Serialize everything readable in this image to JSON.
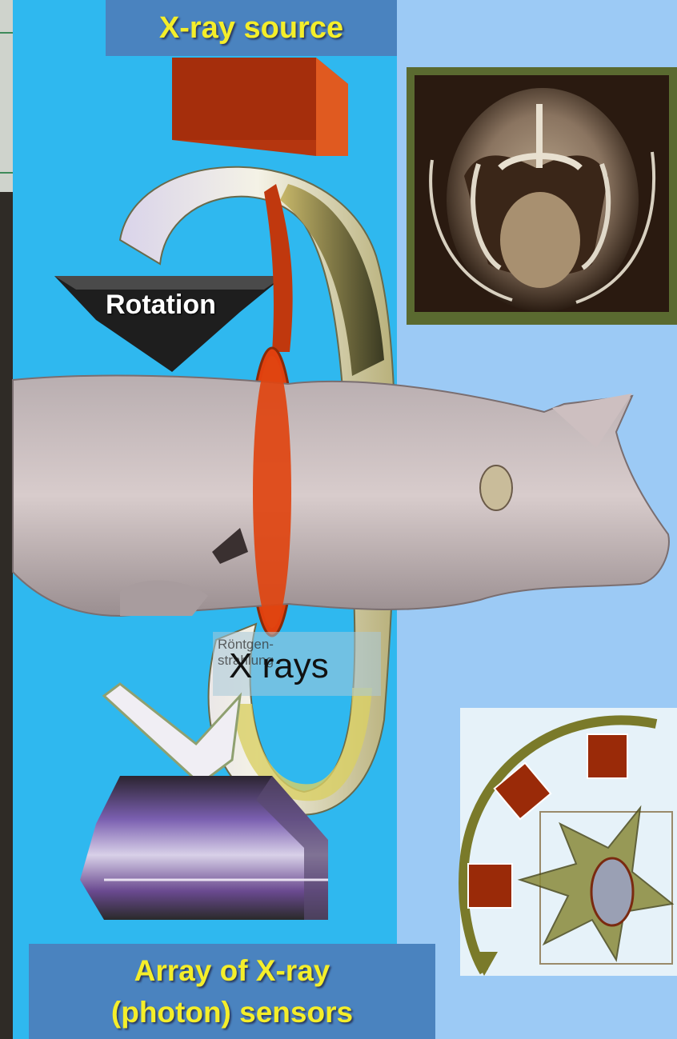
{
  "labels": {
    "xray_source": "X-ray source",
    "rotation": "Rotation",
    "xrays": "X rays",
    "roentgen_line1": "Röntgen-",
    "roentgen_line2": "strahlung",
    "sensor_array_line1": "Array of X-ray",
    "sensor_array_line2": "(photon) sensors"
  },
  "colors": {
    "background": "#9ccaf5",
    "panel_cyan": "#2fb8ef",
    "label_box": "#4a83bf",
    "label_text": "#f4ee2a",
    "source_block": "#b5360f",
    "beam": "#e0400e"
  }
}
